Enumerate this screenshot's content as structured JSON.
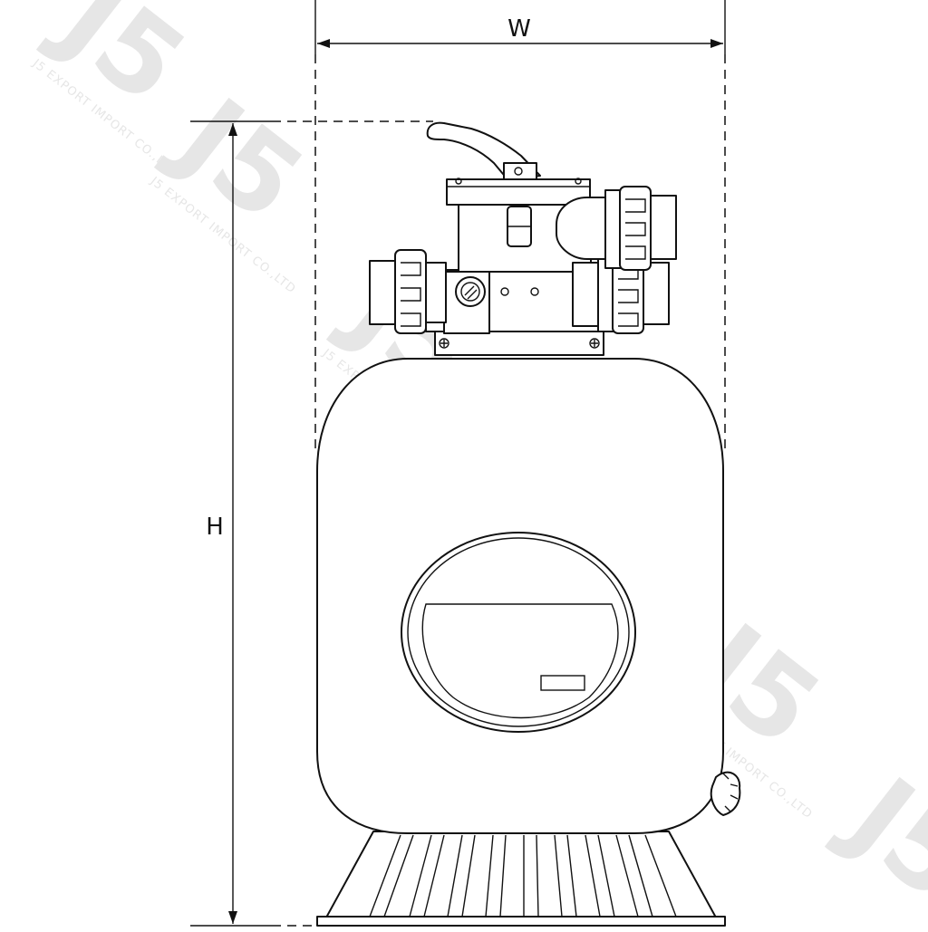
{
  "dimensions": {
    "width_label": "W",
    "height_label": "H"
  },
  "watermark": {
    "logo": "J5",
    "text": "J5 EXPORT IMPORT CO.,LTD"
  },
  "colors": {
    "line": "#111111",
    "background": "#ffffff",
    "watermark": "#e6e6e6"
  }
}
